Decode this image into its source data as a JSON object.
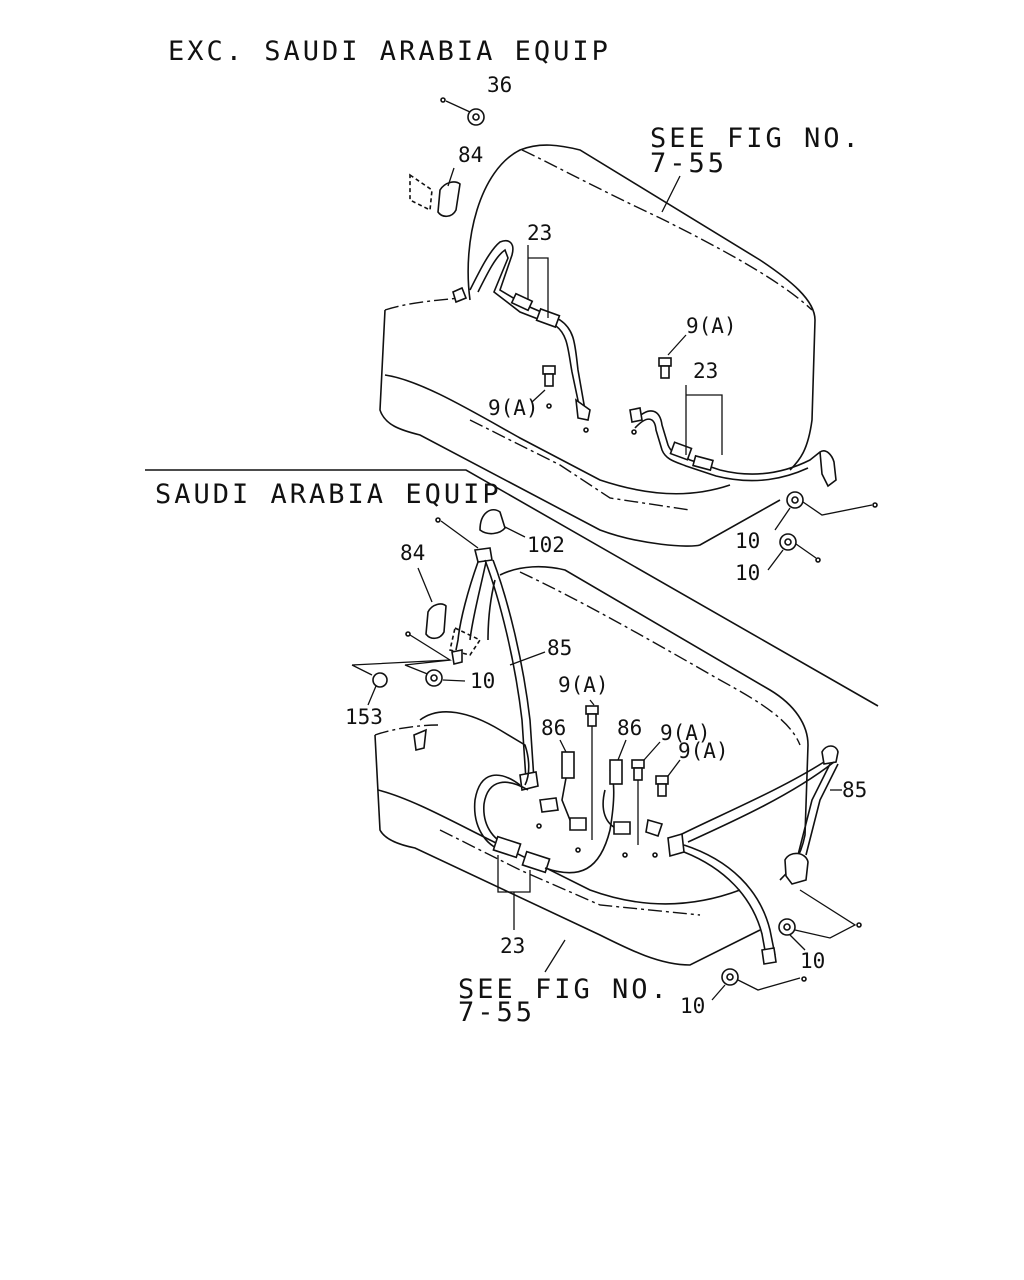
{
  "sections": {
    "top_title": "EXC. SAUDI ARABIA EQUIP",
    "bottom_title": "SAUDI ARABIA EQUIP"
  },
  "references": {
    "top": {
      "line1": "SEE FIG NO.",
      "line2": "7-55"
    },
    "bottom": {
      "line1": "SEE FIG NO.",
      "line2": "7-55"
    }
  },
  "callouts": {
    "c36": "36",
    "c84_top": "84",
    "c23_top_a": "23",
    "c9a_top_a": "9(A)",
    "c9a_top_b": "9(A)",
    "c23_top_b": "23",
    "c10_top_a": "10",
    "c10_top_b": "10",
    "c102": "102",
    "c84_bot": "84",
    "c85_a": "85",
    "c10_bot_a": "10",
    "c153": "153",
    "c9a_bot_a": "9(A)",
    "c86_a": "86",
    "c86_b": "86",
    "c9a_bot_b": "9(A)",
    "c9a_bot_c": "9(A)",
    "c85_b": "85",
    "c23_bot": "23",
    "c10_bot_b": "10",
    "c10_bot_c": "10"
  }
}
